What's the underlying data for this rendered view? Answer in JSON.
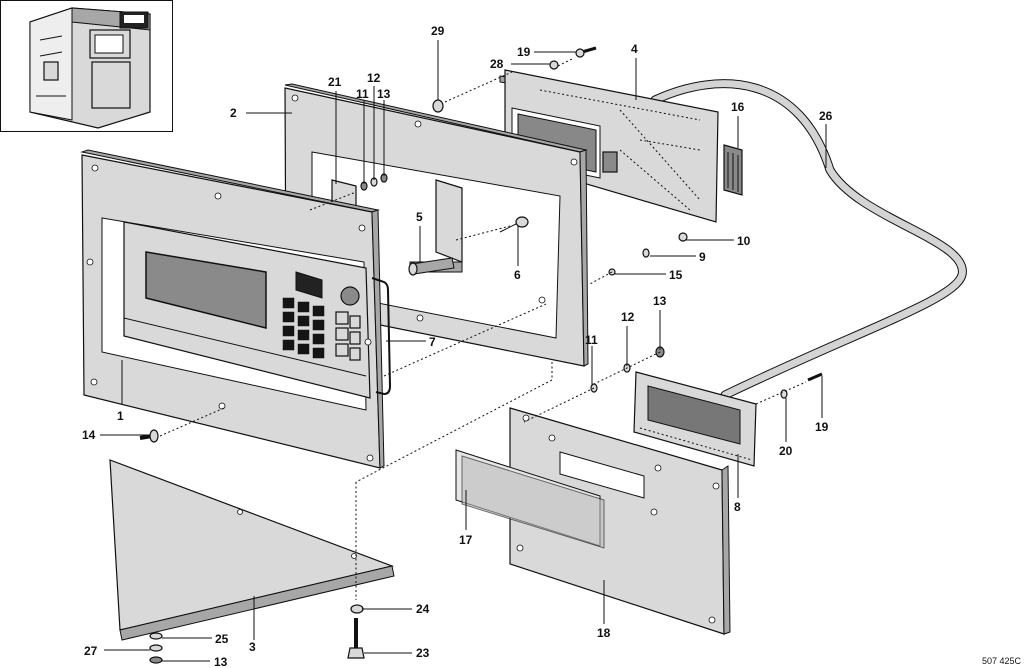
{
  "labels": [
    {
      "id": "1",
      "text": "1"
    },
    {
      "id": "2",
      "text": "2"
    },
    {
      "id": "3",
      "text": "3"
    },
    {
      "id": "4",
      "text": "4"
    },
    {
      "id": "5",
      "text": "5"
    },
    {
      "id": "6",
      "text": "6"
    },
    {
      "id": "7",
      "text": "7"
    },
    {
      "id": "8",
      "text": "8"
    },
    {
      "id": "9",
      "text": "9"
    },
    {
      "id": "10",
      "text": "10"
    },
    {
      "id": "11a",
      "text": "11"
    },
    {
      "id": "11b",
      "text": "11"
    },
    {
      "id": "12a",
      "text": "12"
    },
    {
      "id": "12b",
      "text": "12"
    },
    {
      "id": "13a",
      "text": "13"
    },
    {
      "id": "13b",
      "text": "13"
    },
    {
      "id": "13c",
      "text": "13"
    },
    {
      "id": "14",
      "text": "14"
    },
    {
      "id": "15",
      "text": "15"
    },
    {
      "id": "16",
      "text": "16"
    },
    {
      "id": "17",
      "text": "17"
    },
    {
      "id": "18",
      "text": "18"
    },
    {
      "id": "19a",
      "text": "19"
    },
    {
      "id": "19b",
      "text": "19"
    },
    {
      "id": "20",
      "text": "20"
    },
    {
      "id": "21",
      "text": "21"
    },
    {
      "id": "23",
      "text": "23"
    },
    {
      "id": "24",
      "text": "24"
    },
    {
      "id": "25",
      "text": "25"
    },
    {
      "id": "26",
      "text": "26"
    },
    {
      "id": "27",
      "text": "27"
    },
    {
      "id": "28",
      "text": "28"
    },
    {
      "id": "29",
      "text": "29"
    }
  ],
  "drawing_ref": "507 425C"
}
